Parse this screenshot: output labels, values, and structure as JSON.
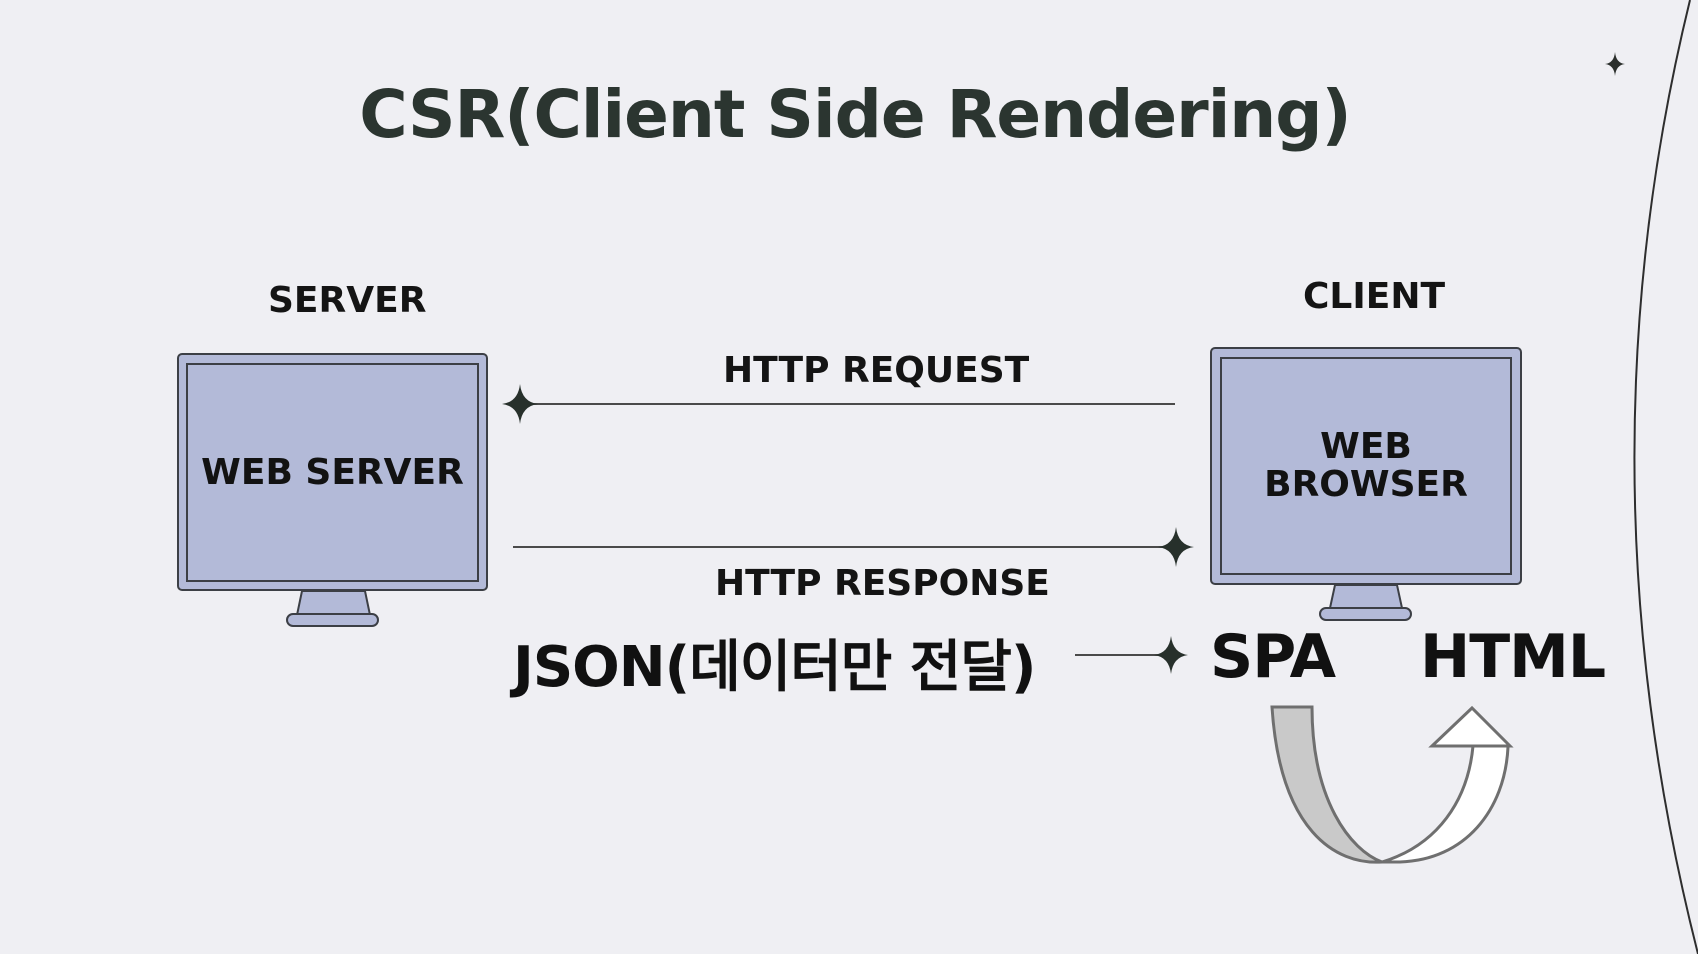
{
  "slide": {
    "title": "CSR(Client Side Rendering)"
  },
  "nodes": {
    "server": {
      "heading": "SERVER",
      "screen_label": "WEB SERVER"
    },
    "client": {
      "heading": "CLIENT",
      "screen_label_line1": "WEB",
      "screen_label_line2": "BROWSER"
    }
  },
  "edges": {
    "request": "HTTP REQUEST",
    "response": "HTTP RESPONSE",
    "payload": "JSON(데이터만 전달)"
  },
  "rendering": {
    "from": "SPA",
    "to": "HTML"
  },
  "colors": {
    "background": "#efeff3",
    "screen": "#b3bad8",
    "outline": "#3c3f45",
    "title": "#2b3530",
    "arrow_left": "#c9c9c9",
    "arrow_right": "#ffffff"
  }
}
